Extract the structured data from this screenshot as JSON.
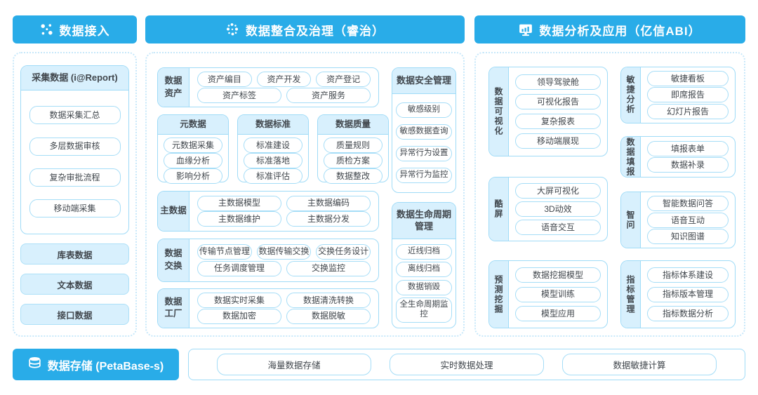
{
  "headers": {
    "access": {
      "label": "数据接入"
    },
    "governance": {
      "label": "数据整合及治理（睿治）"
    },
    "analysis": {
      "label": "数据分析及应用（亿信ABI）"
    },
    "storage": {
      "label": "数据存储 (PetaBase-s)"
    }
  },
  "colors": {
    "accent_blue": "#29ACE8",
    "light_fill": "#D8F0FD",
    "line_blue": "#9FDBF7"
  },
  "icons": {
    "access": "dots-network-icon",
    "governance": "dots-pinwheel-icon",
    "analysis": "monitor-chart-icon",
    "storage": "database-icon"
  },
  "ingest": {
    "report_card": {
      "title": "采集数据 (i@Report)",
      "items": [
        "数据采集汇总",
        "多层数据审核",
        "复杂审批流程",
        "移动端采集"
      ]
    },
    "sources": [
      "库表数据",
      "文本数据",
      "接口数据"
    ]
  },
  "governance": {
    "asset": {
      "label": "数据资产",
      "row1": [
        "资产编目",
        "资产开发",
        "资产登记"
      ],
      "row2": [
        "资产标签",
        "资产服务"
      ]
    },
    "metadata": {
      "title": "元数据",
      "items": [
        "元数据采集",
        "血缘分析",
        "影响分析"
      ]
    },
    "standard": {
      "title": "数据标准",
      "items": [
        "标准建设",
        "标准落地",
        "标准评估"
      ]
    },
    "quality": {
      "title": "数据质量",
      "items": [
        "质量规则",
        "质检方案",
        "数据整改"
      ]
    },
    "master": {
      "label": "主数据",
      "row1": [
        "主数据模型",
        "主数据编码"
      ],
      "row2": [
        "主数据维护",
        "主数据分发"
      ]
    },
    "exchange": {
      "label": "数据交换",
      "row1": [
        "传输节点管理",
        "数据传输交换",
        "交换任务设计"
      ],
      "row2": [
        "任务调度管理",
        "交换监控"
      ]
    },
    "factory": {
      "label": "数据工厂",
      "row1": [
        "数据实时采集",
        "数据清洗转换"
      ],
      "row2": [
        "数据加密",
        "数据脱敏"
      ]
    },
    "security": {
      "title": "数据安全管理",
      "items": [
        "敏感级别",
        "敏感数据查询",
        "异常行为设置",
        "异常行为监控"
      ]
    },
    "lifecycle": {
      "title": "数据生命周期管理",
      "items": [
        "近线归档",
        "离线归档",
        "数据销毁",
        "全生命周期监控"
      ]
    }
  },
  "analysis": {
    "visualization": {
      "label": "数据可视化",
      "items": [
        "领导驾驶舱",
        "可视化报告",
        "复杂报表",
        "移动端展现"
      ]
    },
    "coolscreen": {
      "label": "酷屏",
      "items": [
        "大屏可视化",
        "3D动效",
        "语音交互"
      ]
    },
    "prediction": {
      "label": "预测挖掘",
      "items": [
        "数据挖掘模型",
        "模型训练",
        "模型应用"
      ]
    },
    "agile": {
      "label": "敏捷分析",
      "items": [
        "敏捷看板",
        "即席报告",
        "幻灯片报告"
      ]
    },
    "filling": {
      "label": "数据填报",
      "items": [
        "填报表单",
        "数据补录"
      ]
    },
    "zhiwen": {
      "label": "智问",
      "items": [
        "智能数据问答",
        "语音互动",
        "知识图谱"
      ]
    },
    "indicator": {
      "label": "指标管理",
      "items": [
        "指标体系建设",
        "指标版本管理",
        "指标数据分析"
      ]
    }
  },
  "storage": {
    "items": [
      "海量数据存储",
      "实时数据处理",
      "数据敏捷计算"
    ]
  }
}
